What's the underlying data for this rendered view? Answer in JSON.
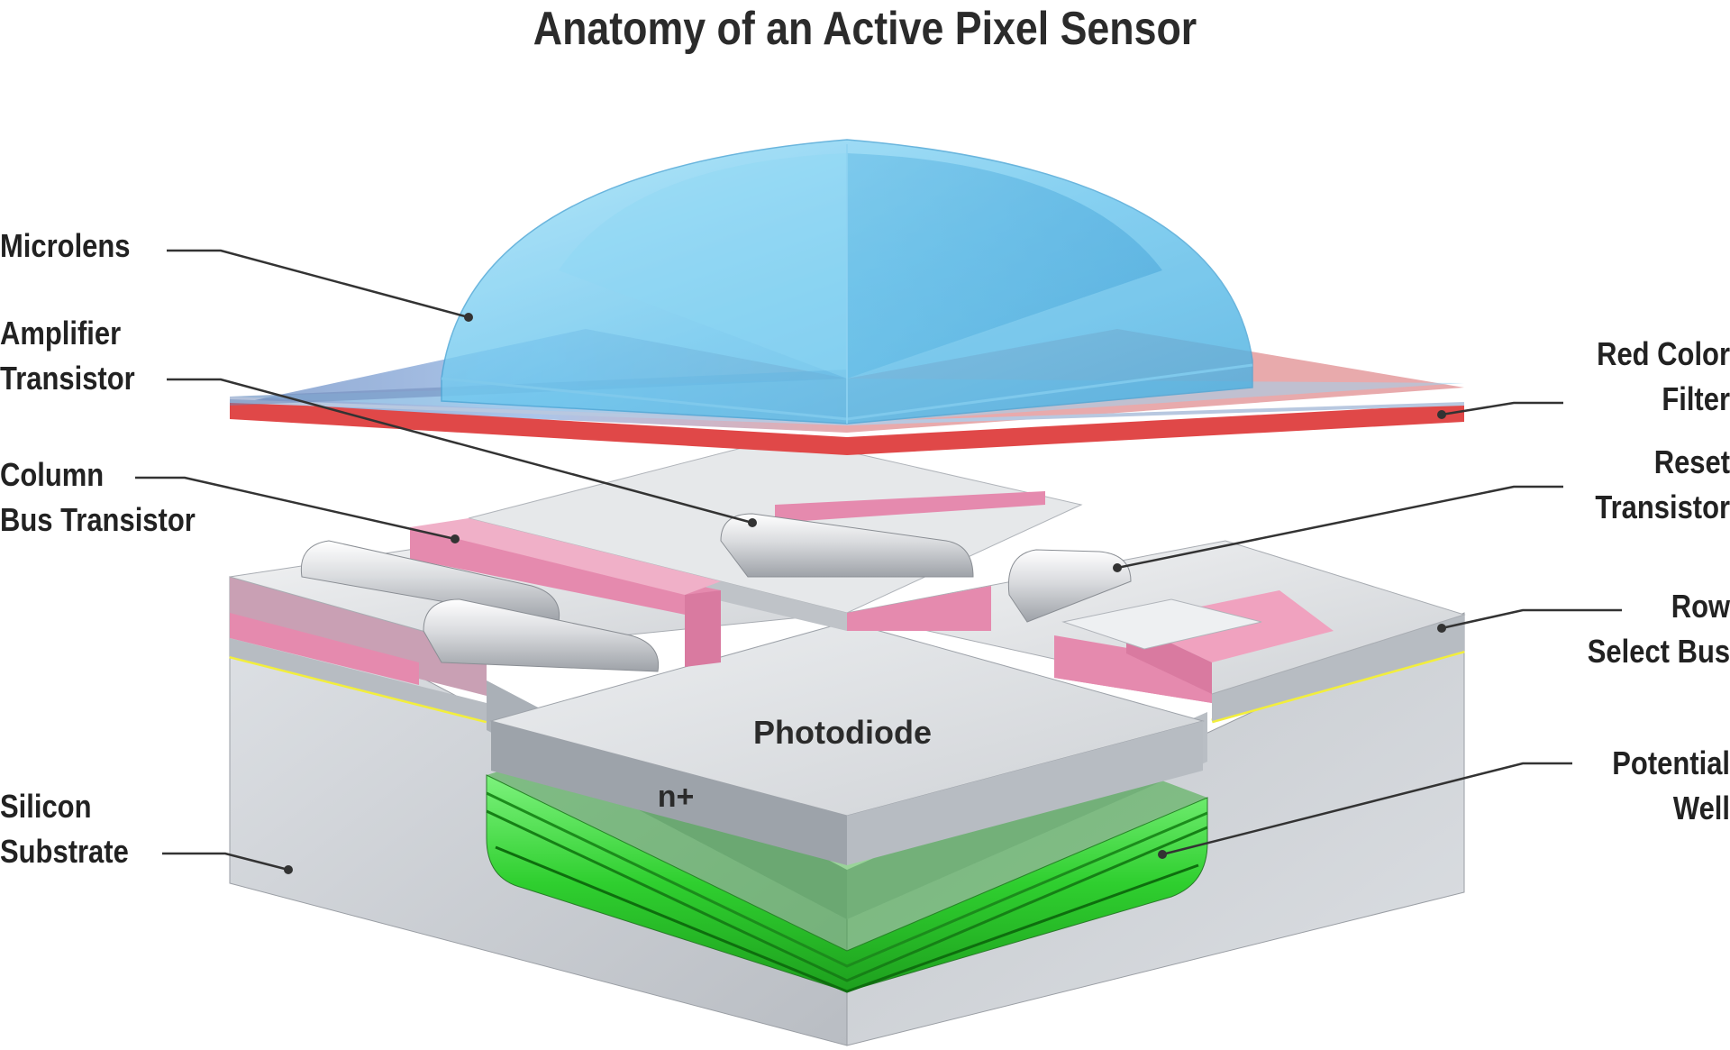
{
  "title": "Anatomy of an Active Pixel Sensor",
  "labels": {
    "microlens": [
      "Microlens"
    ],
    "amplifier_transistor": [
      "Amplifier",
      "Transistor"
    ],
    "column_bus_transistor": [
      "Column",
      "Bus Transistor"
    ],
    "silicon_substrate": [
      "Silicon",
      "Substrate"
    ],
    "red_color_filter": [
      "Red Color",
      "Filter"
    ],
    "reset_transistor": [
      "Reset",
      "Transistor"
    ],
    "row_select_bus": [
      "Row",
      "Select Bus"
    ],
    "potential_well": [
      "Potential",
      "Well"
    ]
  },
  "photodiode": "Photodiode",
  "n_plus": "n+",
  "colors": {
    "microlens": "#6ec8ee",
    "red_filter": "#e04848",
    "pink_layer": "#e58aae",
    "silver": "#d8dadd",
    "substrate": "#c9ccd0",
    "green_well": "#3fd63f",
    "yellow_line": "#f2ee3c"
  }
}
